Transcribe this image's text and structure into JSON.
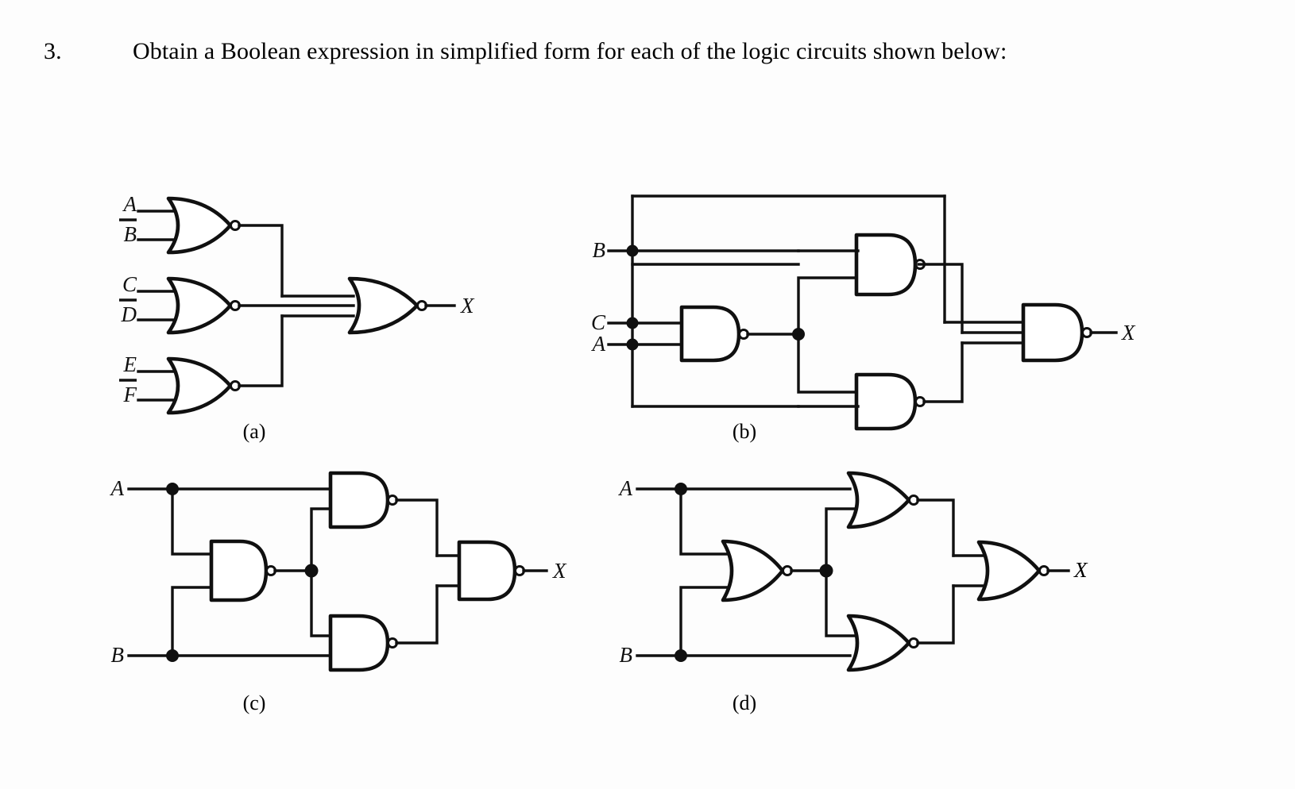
{
  "document": {
    "question_number": "3.",
    "question_text": "Obtain a Boolean expression in simplified form for each of the logic circuits shown below:",
    "background_color": "#fdfdfd",
    "ink_color": "#101010"
  },
  "figures": [
    {
      "id": "a",
      "caption": "(a)",
      "gate_type": "NOR",
      "description": "Three 2-input NOR gates feeding one 3-input NOR gate",
      "inputs": [
        "A",
        "B",
        "C",
        "D",
        "E",
        "F"
      ],
      "input_pairs": [
        [
          "A",
          "B"
        ],
        [
          "C",
          "D"
        ],
        [
          "E",
          "F"
        ]
      ],
      "output": "X",
      "gate_count": 4,
      "gates": [
        {
          "name": "nor-1",
          "type": "NOR",
          "inputs": [
            "A",
            "B"
          ]
        },
        {
          "name": "nor-2",
          "type": "NOR",
          "inputs": [
            "C",
            "D"
          ]
        },
        {
          "name": "nor-3",
          "type": "NOR",
          "inputs": [
            "E",
            "F"
          ]
        },
        {
          "name": "nor-out",
          "type": "NOR",
          "inputs": [
            "nor-1",
            "nor-2",
            "nor-3"
          ],
          "output": "X"
        }
      ]
    },
    {
      "id": "b",
      "caption": "(b)",
      "gate_type": "NAND",
      "description": "Four NAND gates with shared input bus",
      "inputs": [
        "B",
        "C",
        "A"
      ],
      "output": "X",
      "gate_count": 4,
      "gates": [
        {
          "name": "nand-mid",
          "type": "NAND",
          "inputs": [
            "C",
            "A"
          ]
        },
        {
          "name": "nand-top",
          "type": "NAND",
          "inputs": [
            "B",
            "nand-mid"
          ]
        },
        {
          "name": "nand-bottom",
          "type": "NAND",
          "inputs": [
            "nand-mid",
            "B-bus"
          ]
        },
        {
          "name": "nand-out",
          "type": "NAND",
          "inputs": [
            "B-bus",
            "nand-top/nand-bottom"
          ],
          "output": "X"
        }
      ]
    },
    {
      "id": "c",
      "caption": "(c)",
      "gate_type": "NAND",
      "description": "Four NAND gates in exclusive-OR configuration",
      "inputs": [
        "A",
        "B"
      ],
      "output": "X",
      "gate_count": 4,
      "gates": [
        {
          "name": "nand-1",
          "type": "NAND",
          "inputs": [
            "A",
            "B"
          ]
        },
        {
          "name": "nand-2",
          "type": "NAND",
          "inputs": [
            "A",
            "nand-1"
          ]
        },
        {
          "name": "nand-3",
          "type": "NAND",
          "inputs": [
            "nand-1",
            "B"
          ]
        },
        {
          "name": "nand-out",
          "type": "NAND",
          "inputs": [
            "nand-2",
            "nand-3"
          ],
          "output": "X"
        }
      ]
    },
    {
      "id": "d",
      "caption": "(d)",
      "gate_type": "NOR",
      "description": "Four NOR gates in exclusive-NOR configuration",
      "inputs": [
        "A",
        "B"
      ],
      "output": "X",
      "gate_count": 4,
      "gates": [
        {
          "name": "nor-1",
          "type": "NOR",
          "inputs": [
            "A",
            "B"
          ]
        },
        {
          "name": "nor-2",
          "type": "NOR",
          "inputs": [
            "A",
            "nor-1"
          ]
        },
        {
          "name": "nor-3",
          "type": "NOR",
          "inputs": [
            "nor-1",
            "B"
          ]
        },
        {
          "name": "nor-out",
          "type": "NOR",
          "inputs": [
            "nor-2",
            "nor-3"
          ],
          "output": "X"
        }
      ]
    }
  ],
  "labels": {
    "a": {
      "i1": "A",
      "i2": "B",
      "i3": "C",
      "i4": "D",
      "i5": "E",
      "i6": "F",
      "out": "X"
    },
    "b": {
      "i1": "B",
      "i2": "C",
      "i3": "A",
      "out": "X"
    },
    "c": {
      "i1": "A",
      "i2": "B",
      "out": "X"
    },
    "d": {
      "i1": "A",
      "i2": "B",
      "out": "X"
    }
  }
}
